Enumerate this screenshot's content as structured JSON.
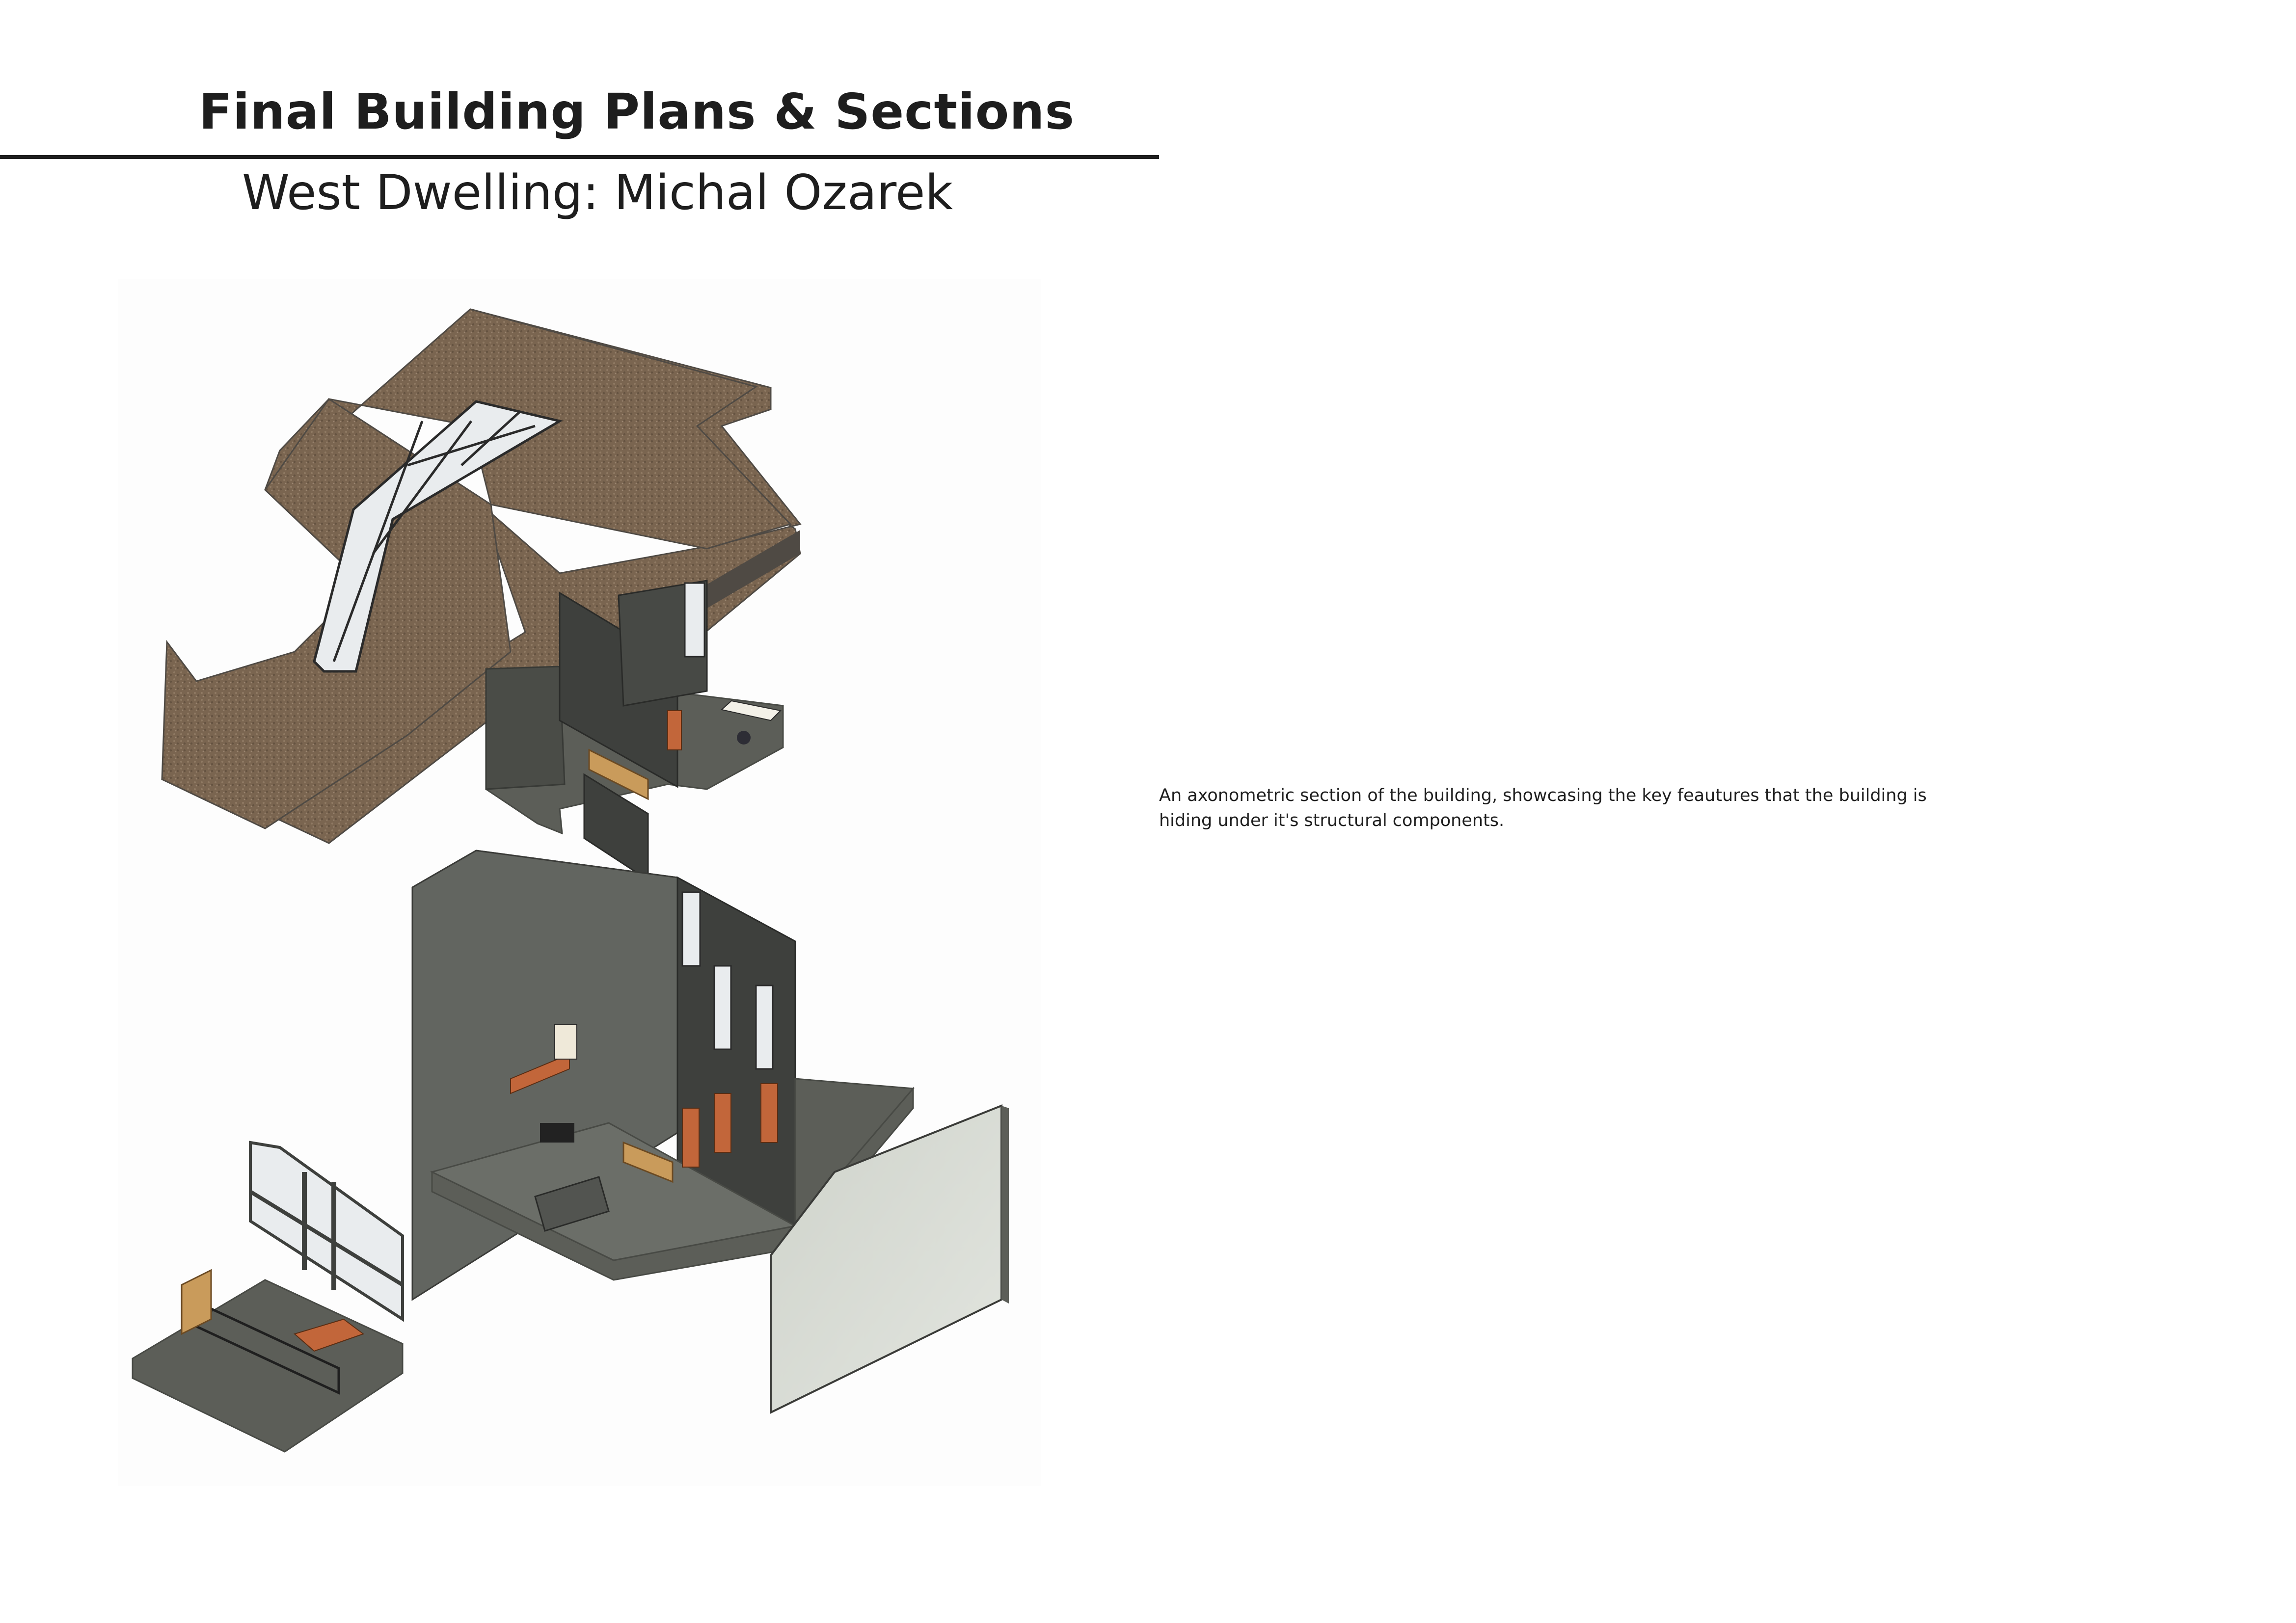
{
  "page": {
    "title": "Final Building Plans & Sections",
    "subtitle": "West Dwelling: Michal Ozarek"
  },
  "diagram": {
    "description_text": "An axonometric section of the building, showcasing the key feautures that the building is hiding under it's structural components.",
    "components": [
      {
        "id": "roof",
        "icon": "roof-shingle-texture"
      },
      {
        "id": "upper-floor",
        "icon": "floor-with-walls-and-desk"
      },
      {
        "id": "ground-floor",
        "icon": "living-kitchen-section"
      },
      {
        "id": "front-terrace",
        "icon": "terrace-with-glazed-wall"
      },
      {
        "id": "gable-wall",
        "icon": "detached-end-wall"
      }
    ]
  },
  "colors": {
    "roof_shingle": "#7a6550",
    "roof_edge": "#4f4a44",
    "wall_dark": "#3e403d",
    "floor_grey": "#5c5e58",
    "floor_edge": "#484a45",
    "wood_orange": "#c2663a",
    "glass": "#e9ecee",
    "gable_face": "#d8dbd4",
    "background": "#fdfdfd"
  }
}
